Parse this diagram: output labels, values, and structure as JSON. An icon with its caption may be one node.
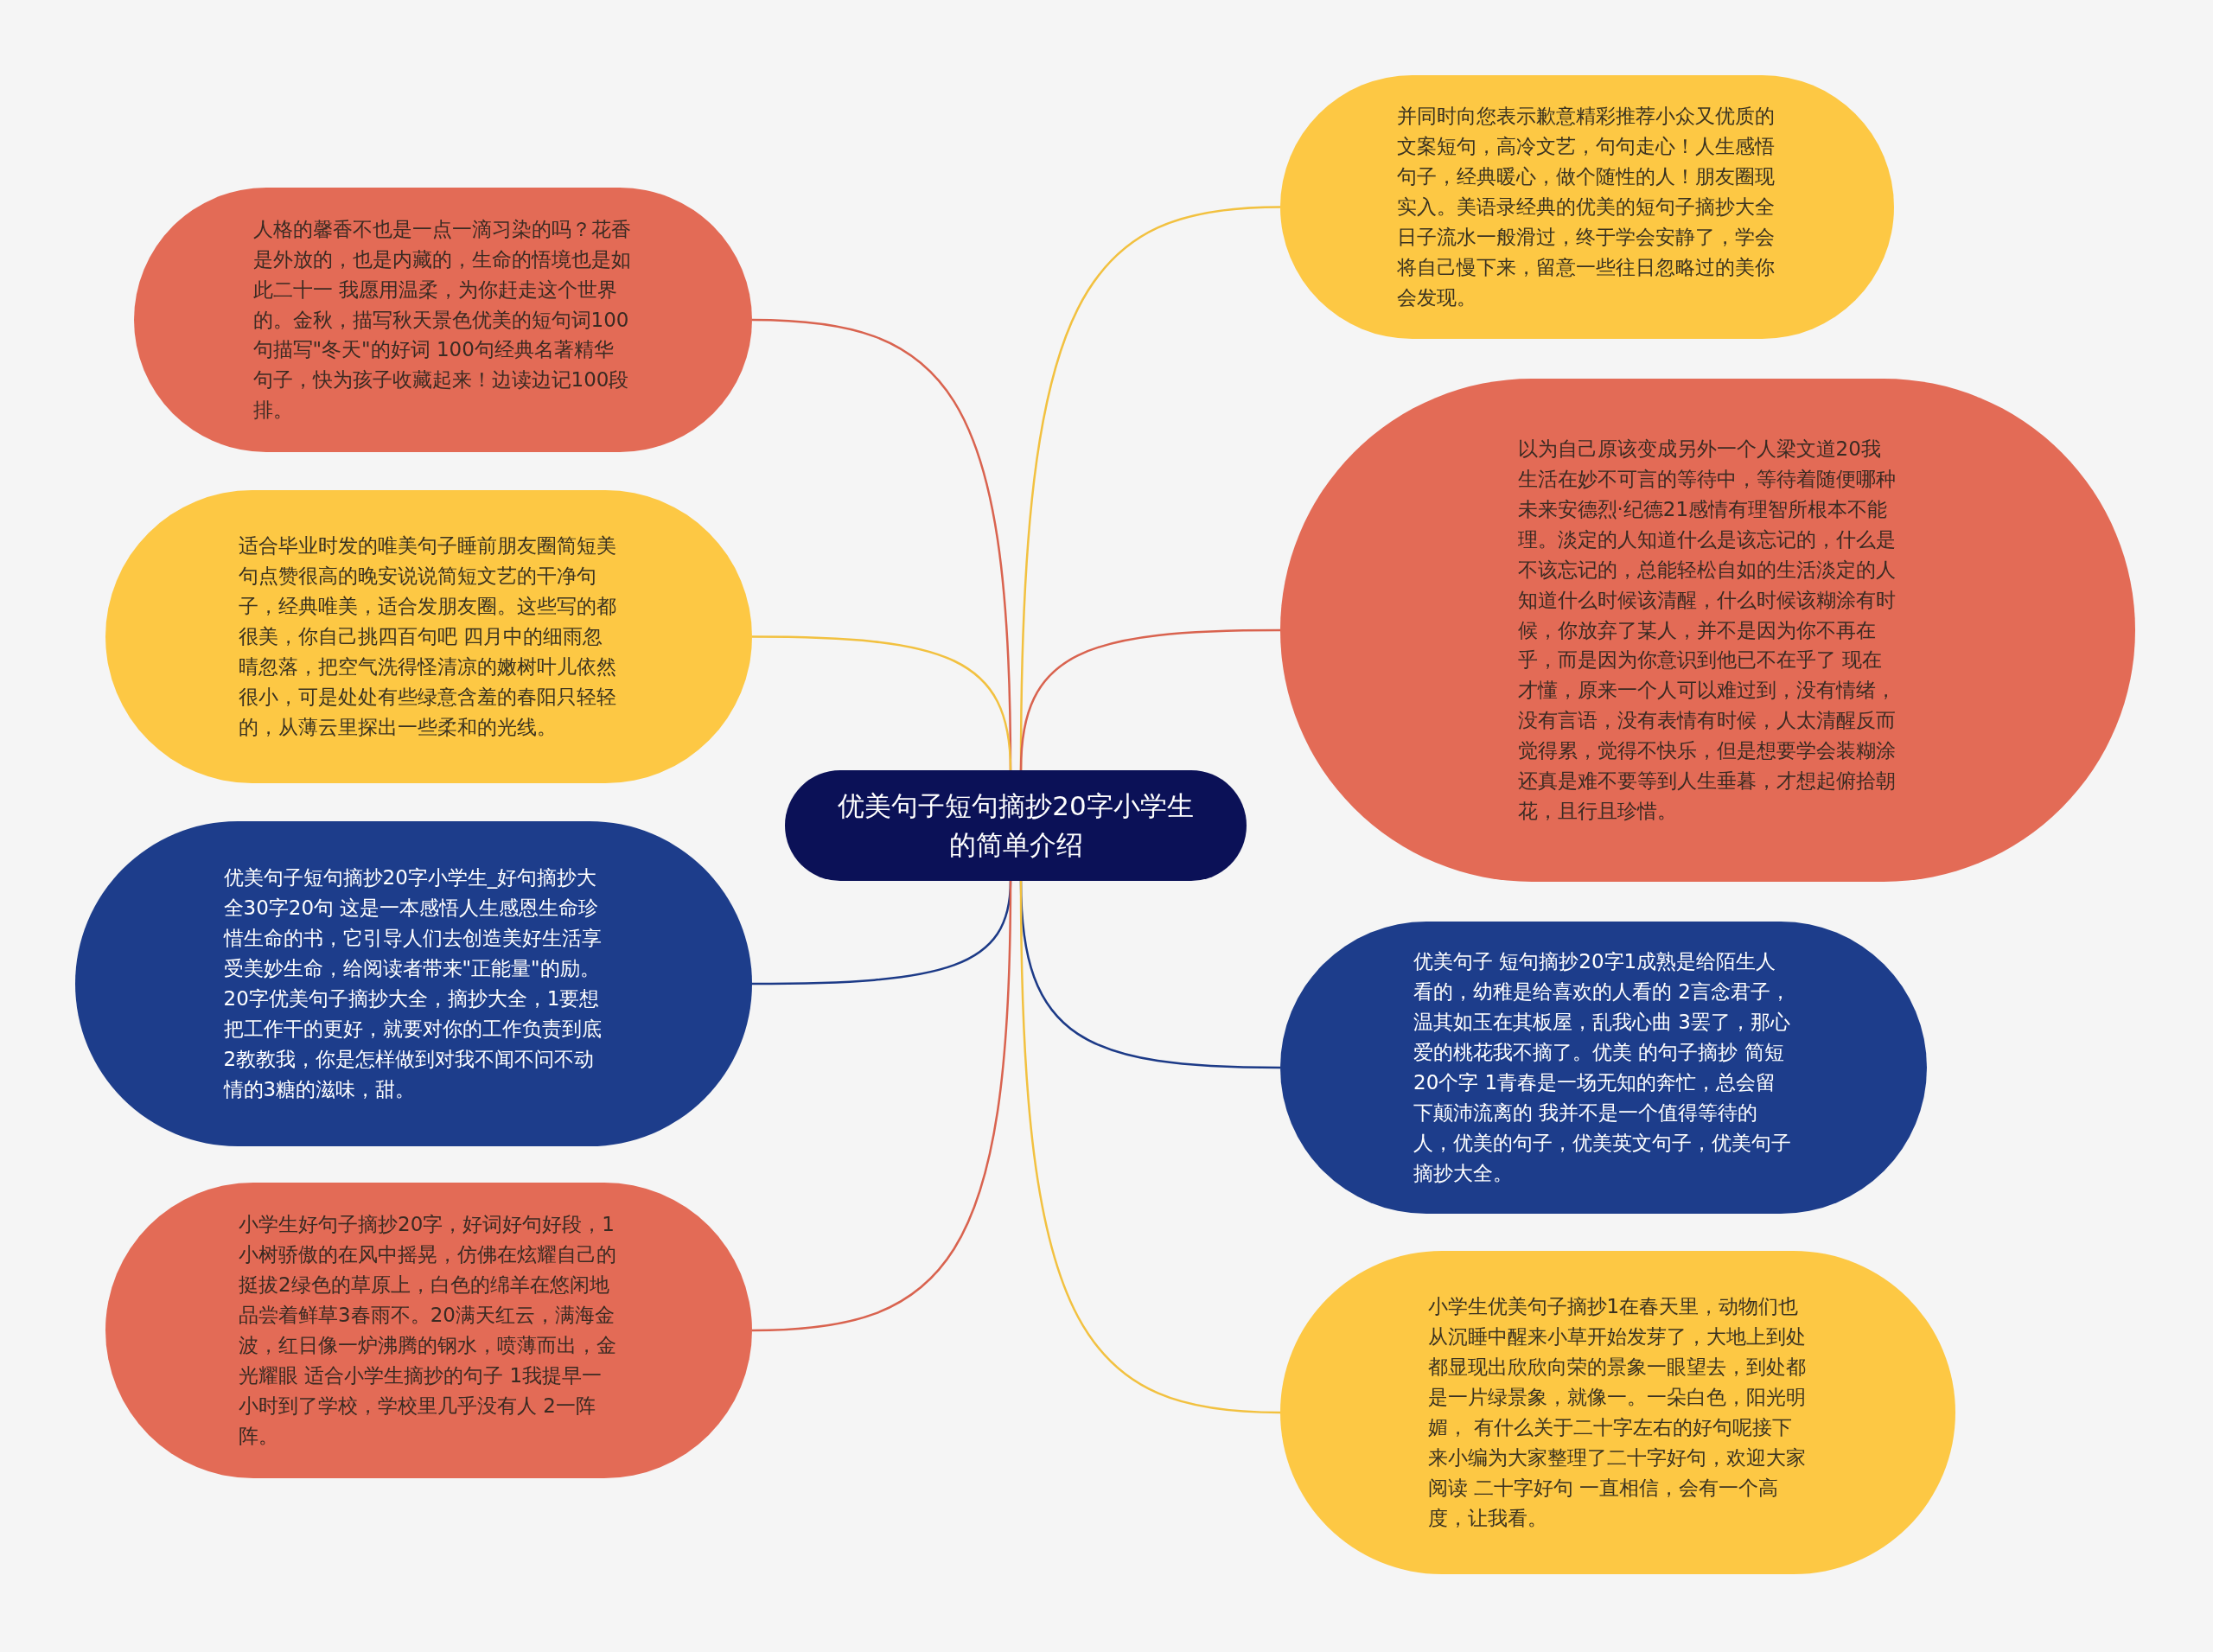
{
  "diagram": {
    "nodes": [
      {
        "text": [
          "优美句子短句摘抄20字小学生的简单介绍"
        ]
      },
      {
        "text": [
          "人格的馨香不也是一点一滴习染的吗？花香是外放的，也是内藏的，生命的悟境也是如此二十一 我愿用温柔，为你赶走这个世界的。金秋，描写秋天景色优美的短句词100句描写\"冬天\"的好词 100句经典名著精华句子，快为孩子收藏起来！边读边记100段排。"
        ]
      },
      {
        "text": [
          "适合毕业时发的唯美句子睡前朋友圈简短美句点赞很高的晚安说说简短文艺的干净句子，经典唯美，适合发朋友圈。这些写的都很美，你自己挑四百句吧 四月中的细雨忽晴忽落，把空气洗得怪清凉的嫩树叶儿依然很小，可是处处有些绿意含羞的春阳只轻轻的，从薄云里探出一些柔和的光线。"
        ]
      },
      {
        "text": [
          "优美句子短句摘抄20字小学生_好句摘抄大全30字20句 这是一本感悟人生感恩生命珍惜生命的书，它引导人们去创造美好生活享受美妙生命，给阅读者带来\"正能量\"的励。20字优美句子摘抄大全，摘抄大全，1要想把工作干的更好，就要对你的工作负责到底 2教教我，你是怎样做到对我不闻不问不动情的3糖的滋味，甜。"
        ]
      },
      {
        "text": [
          "小学生好句子摘抄20字，好词好句好段，1小树骄傲的在风中摇晃，仿佛在炫耀自己的挺拔2绿色的草原上，白色的绵羊在悠闲地品尝着鲜草3春雨不。20满天红云，满海金波，红日像一炉沸腾的钢水，喷薄而出，金光耀眼 适合小学生摘抄的句子 1我提早一小时到了学校，学校里几乎没有人 2一阵阵。"
        ]
      },
      {
        "text": [
          "并同时向您表示歉意精彩推荐小众又优质的文案短句，高冷文艺，句句走心！人生感悟句子，经典暖心，做个随性的人！朋友圈现实入。美语录经典的优美的短句子摘抄大全日子流水一般滑过，终于学会安静了，学会将自己慢下来，留意一些往日忽略过的美你会发现。"
        ]
      },
      {
        "text": [
          "以为自己原该变成另外一个人梁文道20我生活在妙不可言的等待中，等待着随便哪种未来安德烈·纪德21感情有理智所根本不能理。淡定的人知道什么是该忘记的，什么是不该忘记的，总能轻松自如的生活淡定的人知道什么时候该清醒，什么时候该糊涂有时候，你放弃了某人，并不是因为你不再在乎，而是因为你意识到他已不在乎了 现在才懂，原来一个人可以难过到，没有情绪，没有言语，没有表情有时候，人太清醒反而觉得累，觉得不快乐，但是想要学会装糊涂还真是难不要等到人生垂暮，才想起俯拾朝花，且行且珍惜。"
        ]
      },
      {
        "text": [
          "优美句子 短句摘抄20字1成熟是给陌生人看的，幼稚是给喜欢的人看的 2言念君子，温其如玉在其板屋，乱我心曲 3罢了，那心爱的桃花我不摘了。优美 的句子摘抄 简短20个字 1青春是一场无知的奔忙，总会留下颠沛流离的 我并不是一个值得等待的人，优美的句子，优美英文句子，优美句子摘抄大全。"
        ]
      },
      {
        "text": [
          "小学生优美句子摘抄1在春天里，动物们也从沉睡中醒来小草开始发芽了，大地上到处都显现出欣欣向荣的景象一眼望去，到处都是一片绿景象，就像一。一朵白色，阳光明媚， 有什么关于二十字左右的好句呢接下来小编为大家整理了二十字好句，欢迎大家阅读 二十字好句 一直相信，会有一个高度，让我看。"
        ]
      }
    ],
    "edges": [
      {
        "from": 0,
        "to": 1,
        "arrow": "none",
        "color": "#d9634f"
      },
      {
        "from": 0,
        "to": 2,
        "arrow": "none",
        "color": "#f2c140"
      },
      {
        "from": 0,
        "to": 3,
        "arrow": "none",
        "color": "#1c3a87"
      },
      {
        "from": 0,
        "to": 4,
        "arrow": "none",
        "color": "#d9634f"
      },
      {
        "from": 0,
        "to": 5,
        "arrow": "none",
        "color": "#f2c140"
      },
      {
        "from": 0,
        "to": 6,
        "arrow": "none",
        "color": "#d9634f"
      },
      {
        "from": 0,
        "to": 7,
        "arrow": "none",
        "color": "#1c3a87"
      },
      {
        "from": 0,
        "to": 8,
        "arrow": "none",
        "color": "#f2c140"
      }
    ]
  }
}
